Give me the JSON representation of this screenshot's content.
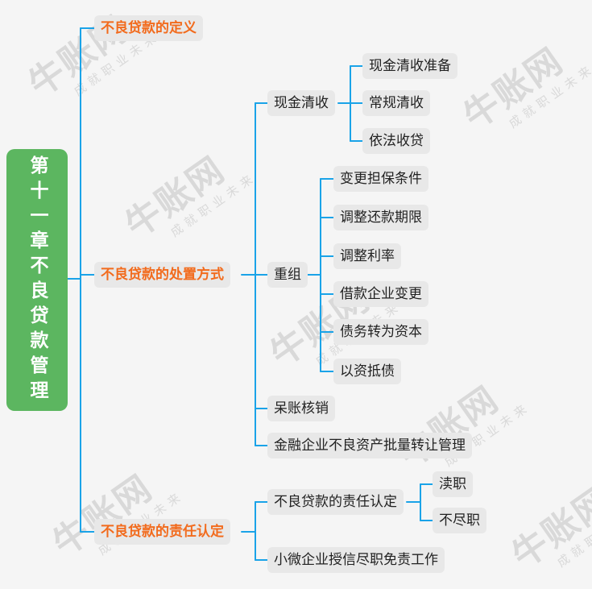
{
  "watermark": {
    "mark": "牛账网",
    "sub": "成就职业未来"
  },
  "root": {
    "label": "第十一章不良贷款管理"
  },
  "sections": [
    {
      "label": "不良贷款的定义"
    },
    {
      "label": "不良贷款的处置方式"
    },
    {
      "label": "不良贷款的责任认定"
    }
  ],
  "disposal": {
    "cash": {
      "label": "现金清收",
      "items": [
        "现金清收准备",
        "常规清收",
        "依法收贷"
      ]
    },
    "restructure": {
      "label": "重组",
      "items": [
        "变更担保条件",
        "调整还款期限",
        "调整利率",
        "借款企业变更",
        "债务转为资本",
        "以资抵债"
      ]
    },
    "writeoff": {
      "label": "呆账核销"
    },
    "transfer": {
      "label": "金融企业不良资产批量转让管理"
    }
  },
  "responsibility": {
    "recognition": {
      "label": "不良贷款的责任认定",
      "items": [
        "渎职",
        "不尽职"
      ]
    },
    "smallmicro": {
      "label": "小微企业授信尽职免责工作"
    }
  },
  "colors": {
    "line": "#1aa3e8",
    "accent": "#f26b1d",
    "root": "#5cb660",
    "node": "#e8e8e8"
  }
}
